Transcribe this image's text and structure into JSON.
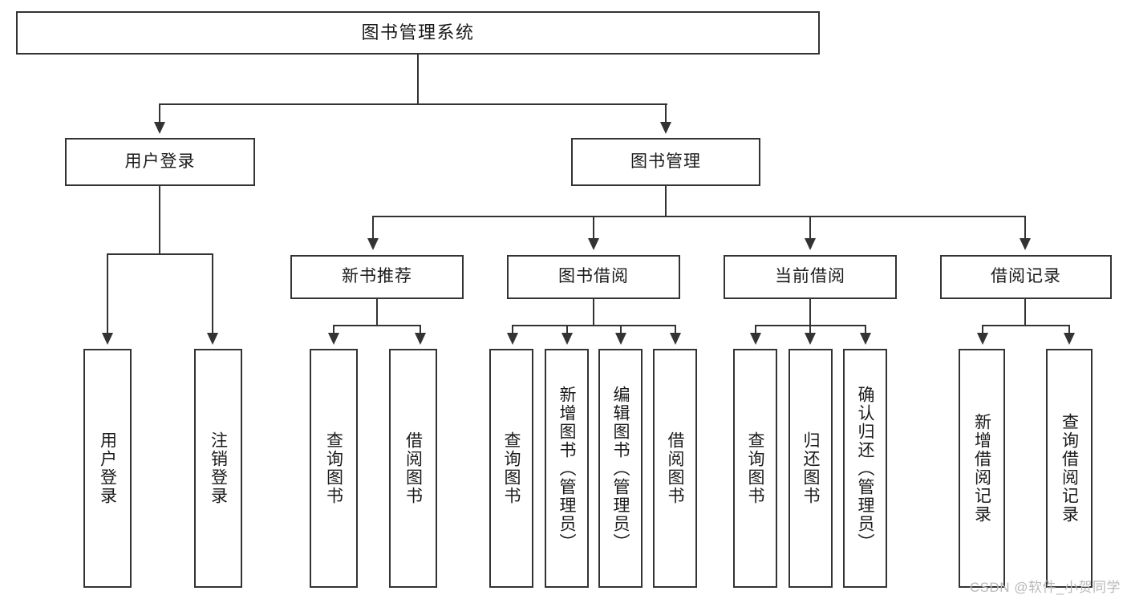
{
  "diagram": {
    "title": "图书管理系统",
    "watermark": "CSDN @软件_小贺同学",
    "colors": {
      "stroke": "#333333",
      "fill": "#ffffff",
      "text": "#1a1a1a",
      "watermark": "#b9b9b9"
    }
  },
  "nodes": {
    "root": {
      "label": "图书管理系统"
    },
    "level2": [
      {
        "label": "用户登录"
      },
      {
        "label": "图书管理"
      }
    ],
    "level3": [
      {
        "label": "新书推荐"
      },
      {
        "label": "图书借阅"
      },
      {
        "label": "当前借阅"
      },
      {
        "label": "借阅记录"
      }
    ],
    "leaves": {
      "user_login": [
        {
          "label": "用户登录"
        },
        {
          "label": "注销登录"
        }
      ],
      "new_book": [
        {
          "label": "查询图书"
        },
        {
          "label": "借阅图书"
        }
      ],
      "book_borrow": [
        {
          "label": "查询图书"
        },
        {
          "label": "新增图书（管理员）"
        },
        {
          "label": "编辑图书（管理员）"
        },
        {
          "label": "借阅图书"
        }
      ],
      "current_borrow": [
        {
          "label": "查询图书"
        },
        {
          "label": "归还图书"
        },
        {
          "label": "确认归还（管理员）"
        }
      ],
      "borrow_record": [
        {
          "label": "新增借阅记录"
        },
        {
          "label": "查询借阅记录"
        }
      ]
    }
  }
}
